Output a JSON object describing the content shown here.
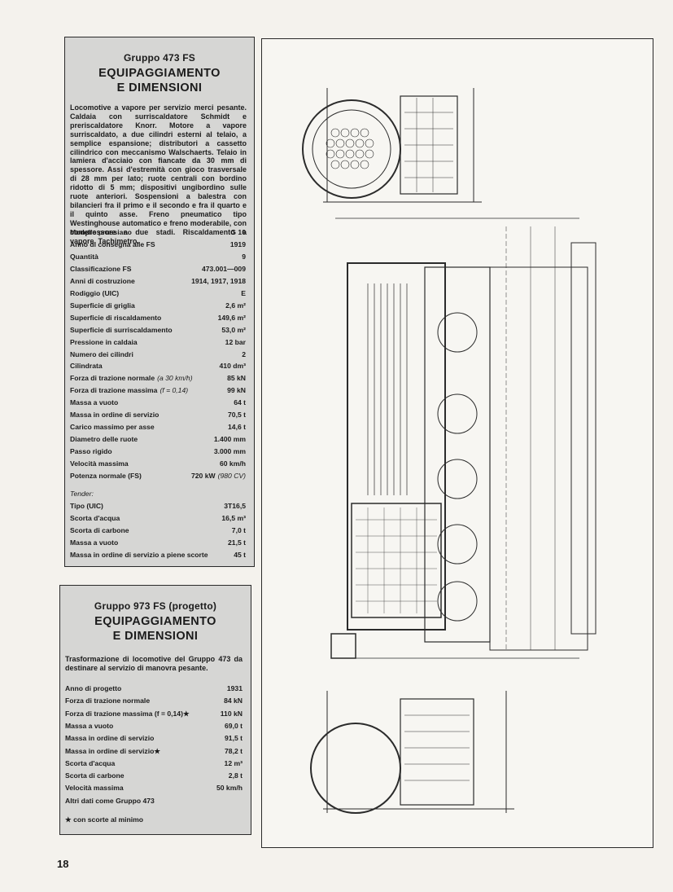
{
  "panel1": {
    "subtitle": "Gruppo 473 FS",
    "title_line1": "EQUIPAGGIAMENTO",
    "title_line2": "E DIMENSIONI",
    "description": "Locomotive a vapore per servizio merci pesante. Caldaia con surriscaldatore Schmidt e preriscaldatore Knorr. Motore a vapore surriscaldato, a due cilindri esterni al telaio, a semplice espansione; distributori a cassetto cilindrico con meccanismo Walschaerts. Telaio in lamiera d'acciaio con fiancate da 30 mm di spessore. Assi d'estremità con gioco trasversale di 28 mm per lato; ruote centrali con bordino ridotto di 5 mm; dispositivi ungibordino sulle ruote anteriori. Sospensioni a balestra con bilancieri fra il primo e il secondo e fra il quarto e il quinto asse. Freno pneumatico tipo Westinghouse automatico e freno moderabile, con compressore a due stadi. Riscaldamento a vapore. Tachimetro.",
    "specs": [
      {
        "label": "Modello prussiano",
        "value": "G 10"
      },
      {
        "label": "Anno di consegna alle FS",
        "value": "1919"
      },
      {
        "label": "Quantità",
        "value": "9"
      },
      {
        "label": "Classificazione FS",
        "value": "473.001—009"
      },
      {
        "label": "Anni di costruzione",
        "value": "1914, 1917, 1918"
      },
      {
        "label": "Rodiggio (UIC)",
        "value": "E"
      },
      {
        "label": "Superficie di griglia",
        "value": "2,6 m²"
      },
      {
        "label": "Superficie di riscaldamento",
        "value": "149,6 m²"
      },
      {
        "label": "Superficie di surriscaldamento",
        "value": "53,0 m²"
      },
      {
        "label": "Pressione in caldaia",
        "value": "12 bar"
      },
      {
        "label": "Numero dei cilindri",
        "value": "2"
      },
      {
        "label": "Cilindrata",
        "value": "410 dm³"
      },
      {
        "label": "Forza di trazione normale",
        "note": "(a 30 km/h)",
        "value": "85 kN"
      },
      {
        "label": "Forza di trazione massima",
        "note": "(f = 0,14)",
        "value": "99 kN"
      },
      {
        "label": "Massa a vuoto",
        "value": "64 t"
      },
      {
        "label": "Massa in ordine di servizio",
        "value": "70,5 t"
      },
      {
        "label": "Carico massimo per asse",
        "value": "14,6 t"
      },
      {
        "label": "Diametro delle ruote",
        "value": "1.400 mm"
      },
      {
        "label": "Passo rigido",
        "value": "3.000 mm"
      },
      {
        "label": "Velocità massima",
        "value": "60 km/h"
      },
      {
        "label": "Potenza normale (FS)",
        "value": "720 kW",
        "value_note": "(980 CV)"
      }
    ],
    "tender_heading": "Tender:",
    "tender_specs": [
      {
        "label": "Tipo (UIC)",
        "value": "3T16,5"
      },
      {
        "label": "Scorta d'acqua",
        "value": "16,5 m³"
      },
      {
        "label": "Scorta di carbone",
        "value": "7,0 t"
      },
      {
        "label": "Massa a vuoto",
        "value": "21,5 t"
      },
      {
        "label": "Massa in ordine di servizio a piene scorte",
        "value": "45 t"
      }
    ]
  },
  "panel2": {
    "subtitle": "Gruppo 973 FS (progetto)",
    "title_line1": "EQUIPAGGIAMENTO",
    "title_line2": "E DIMENSIONI",
    "description": "Trasformazione di locomotive del Gruppo 473 da destinare al servizio di manovra pesante.",
    "specs": [
      {
        "label": "Anno di progetto",
        "value": "1931"
      },
      {
        "label": "Forza di trazione normale",
        "value": "84 kN"
      },
      {
        "label": "Forza di trazione massima (f = 0,14)★",
        "value": "110 kN"
      },
      {
        "label": "Massa a vuoto",
        "value": "69,0 t"
      },
      {
        "label": "Massa in ordine di servizio",
        "value": "91,5 t"
      },
      {
        "label": "Massa in ordine di servizio★",
        "value": "78,2 t"
      },
      {
        "label": "Scorta d'acqua",
        "value": "12 m³"
      },
      {
        "label": "Scorta di carbone",
        "value": "2,8 t"
      },
      {
        "label": "Velocità massima",
        "value": "50 km/h"
      },
      {
        "label": "Altri dati come Gruppo 473",
        "value": ""
      }
    ],
    "footnote": "★ con scorte al minimo"
  },
  "page_number": "18"
}
